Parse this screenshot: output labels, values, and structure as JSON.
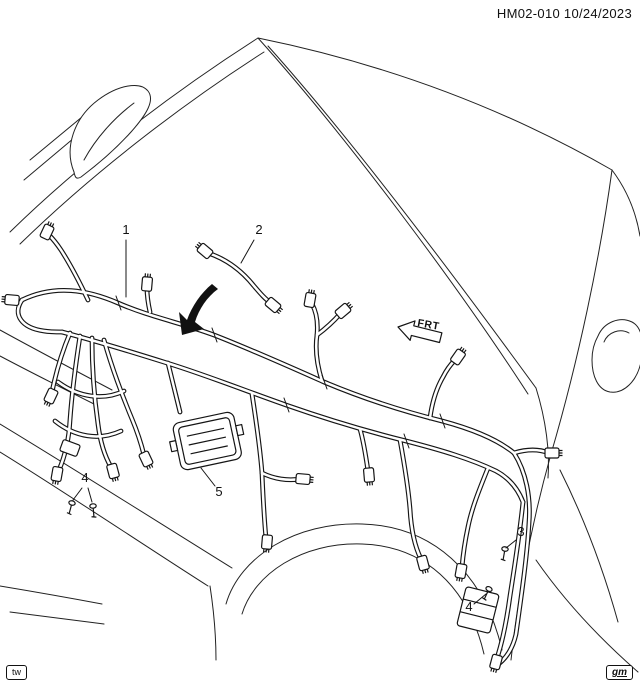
{
  "header": {
    "text": "HM02-010 10/24/2023"
  },
  "diagram": {
    "description_not_shown": "",
    "frt_label": "FRT",
    "callouts": [
      {
        "label": "1"
      },
      {
        "label": "2"
      },
      {
        "label": "3"
      },
      {
        "label": "4"
      },
      {
        "label": "5"
      },
      {
        "label": "4"
      }
    ]
  },
  "footer": {
    "left_mark": "tw",
    "right_mark": "gm"
  },
  "colors": {
    "line": "#1a1a1a",
    "background": "#ffffff"
  }
}
